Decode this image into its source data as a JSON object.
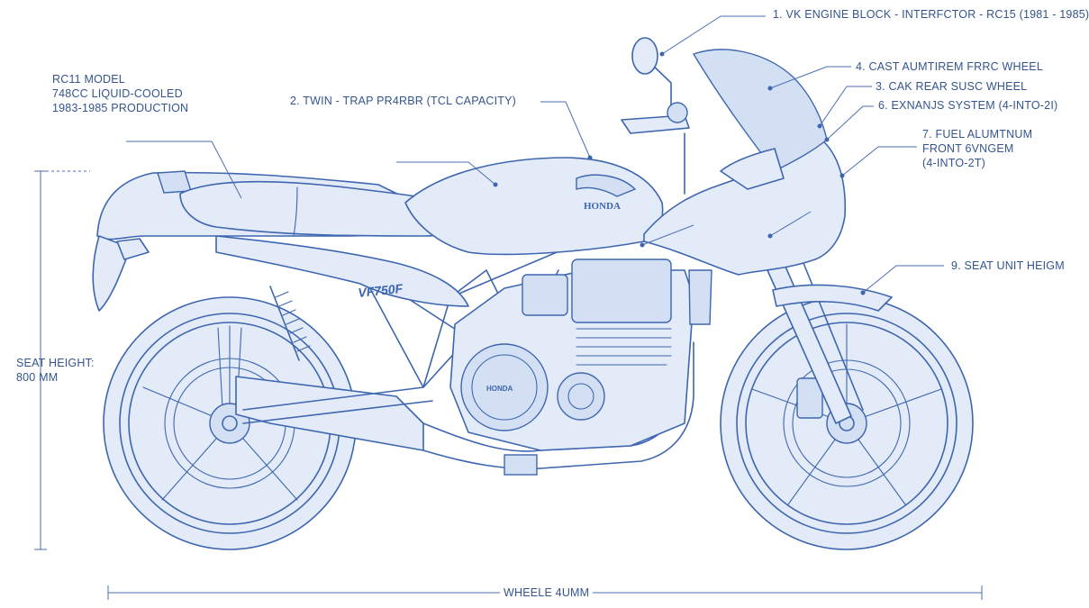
{
  "colors": {
    "line": "#3e66b0",
    "fill": "#e3ebf8",
    "text": "#34558f",
    "background": "#ffffff"
  },
  "labels": {
    "model_block": "RC11 MODEL\n748CC LIQUID-COOLED\n1983-1985 PRODUCTION",
    "callout_1": "1. VK ENGINE BLOCK - INTERFCTOR - RC15 (1981 - 1985)",
    "callout_2": "2. TWIN - TRAP PR4RBR (TCL CAPACITY)",
    "callout_4": "4. CAST AUMTIREM FRRC WHEEL",
    "callout_3": "3. CAK REAR SUSC WHEEL",
    "callout_6": "6. EXNANJS SYSTEM (4-INTO-2I)",
    "callout_7": "7. FUEL ALUMTNUM\nFRONT 6VNGEM\n(4-INTO-2T)",
    "callout_9": "9. SEAT UNIT HEIGM",
    "seat_height": "SEAT HEIGHT:\n800 MM",
    "wheelbase": "WHEELE 4UMM",
    "tank_badge": "HONDA",
    "fairing_badge": "VF750F",
    "engine_badge": "HONDA"
  }
}
